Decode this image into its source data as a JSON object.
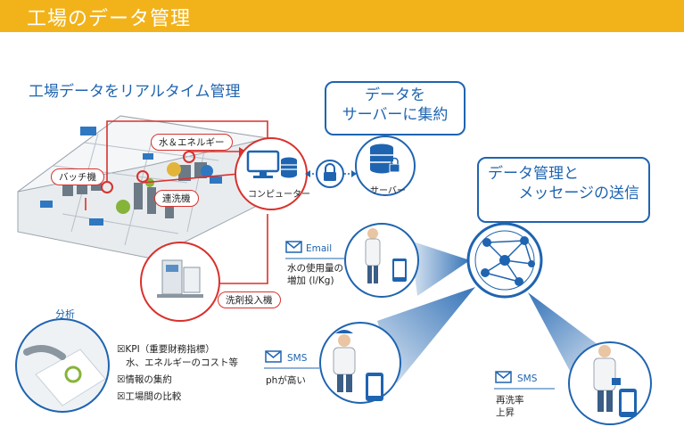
{
  "header": {
    "title": "工場のデータ管理"
  },
  "section_title": "工場データをリアルタイム管理",
  "callout_collect": [
    "データを",
    "サーバーに集約"
  ],
  "callout_manage": [
    "データ管理と",
    "メッセージの送信"
  ],
  "labels": {
    "computer": "コンピューター",
    "server": "サーバー",
    "water_energy": "水＆エネルギー",
    "batch": "バッチ機",
    "continuous": "連洗機",
    "detergent": "洗剤投入機"
  },
  "analysis": {
    "title": "分析",
    "items": [
      "KPI（重要財務指標）",
      "水、エネルギーのコスト等",
      "情報の集約",
      "工場間の比較"
    ]
  },
  "messages": [
    {
      "channel": "Email",
      "text": [
        "水の使用量の",
        "増加 (l/Kg)"
      ]
    },
    {
      "channel": "SMS",
      "text": [
        "phが高い"
      ]
    },
    {
      "channel": "SMS",
      "text": [
        "再洗率",
        "上昇"
      ]
    }
  ],
  "colors": {
    "accent": "#f2b31a",
    "blue": "#1f64b0",
    "red": "#d9312c"
  }
}
